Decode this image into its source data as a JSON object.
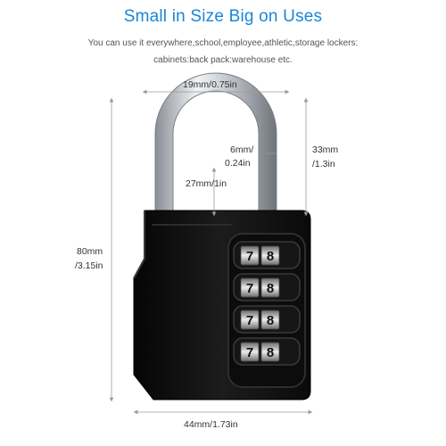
{
  "header": {
    "title": "Small in Size Big on Uses",
    "subtitle_line1": "You can use it everywhere,school,employee,athletic,storage lockers:",
    "subtitle_line2": "cabinets:back pack:warehouse etc."
  },
  "dimensions": {
    "shackle_width": "19mm/0.75in",
    "shackle_thickness_1": "6mm/",
    "shackle_thickness_2": "0.24in",
    "shackle_clearance": "27mm/1in",
    "shackle_height_1": "33mm",
    "shackle_height_2": "/1.3in",
    "total_height_1": "80mm",
    "total_height_2": "/3.15in",
    "body_width": "44mm/1.73in"
  },
  "dials": [
    {
      "left": "7",
      "right": "8"
    },
    {
      "left": "7",
      "right": "8"
    },
    {
      "left": "7",
      "right": "8"
    },
    {
      "left": "7",
      "right": "8"
    }
  ],
  "colors": {
    "accent": "#1a86d6",
    "lock_body": "#111111",
    "shackle": "#c8ccd2",
    "dim_line": "#9a9a9a"
  }
}
